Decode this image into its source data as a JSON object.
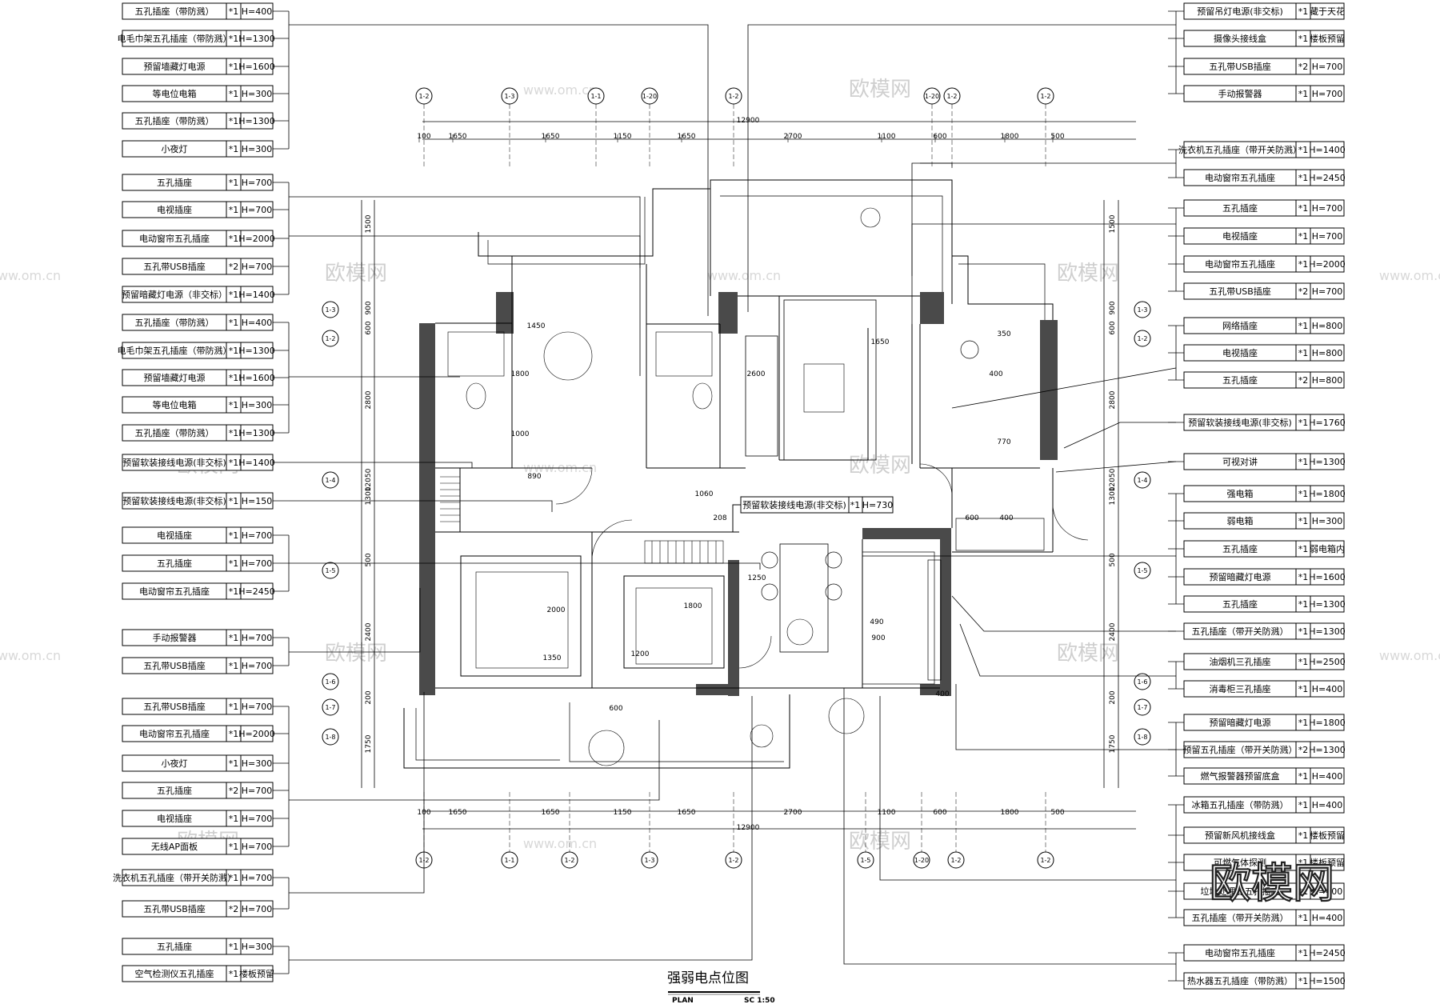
{
  "title": "强弱电点位图",
  "plan_label": "PLAN",
  "scale_label": "SC 1:50",
  "brand_watermark": "欧模网",
  "site_watermark": "www.om.cn",
  "dimensions": {
    "top_total": "12900",
    "bottom_total": "12900",
    "segments": [
      "100",
      "1650",
      "1650",
      "1150",
      "1650",
      "2700",
      "1100",
      "600",
      "1800",
      "500"
    ],
    "left_vertical": [
      "1500",
      "900",
      "600",
      "2800",
      "12050",
      "1300",
      "500",
      "2400",
      "200",
      "1750"
    ],
    "right_vertical": [
      "1500",
      "900",
      "600",
      "2800",
      "12050",
      "1300",
      "500",
      "2400",
      "200",
      "1750"
    ]
  },
  "grid_top": [
    "1-2",
    "1-3",
    "1-1",
    "1-20",
    "1-2",
    "1-20",
    "1-2",
    "1-2"
  ],
  "grid_bottom": [
    "1-2",
    "1-1",
    "1-2",
    "1-3",
    "1-2",
    "1-5",
    "1-20",
    "1-2",
    "1-2"
  ],
  "grid_left": [
    "1-3",
    "1-2",
    "1-4",
    "1-5",
    "1-6",
    "1-7",
    "1-8"
  ],
  "grid_right": [
    "1-3",
    "1-2",
    "1-4",
    "1-5",
    "1-6",
    "1-7",
    "1-8"
  ],
  "room_dims": [
    "1450",
    "1800",
    "1000",
    "890",
    "2600",
    "1650",
    "770",
    "350",
    "400",
    "1060",
    "208",
    "1250",
    "1800",
    "2000",
    "1350",
    "1200",
    "490",
    "900",
    "400",
    "600",
    "400",
    "600"
  ],
  "callout_center": {
    "name": "预留软装接线电源(非交标)",
    "qty": "*1",
    "h": "H=730"
  },
  "left_callouts": [
    {
      "name": "五孔插座（带防溅）",
      "qty": "*1",
      "h": "H=400"
    },
    {
      "name": "电毛巾架五孔插座（带防溅）",
      "qty": "*1",
      "h": "H=1300"
    },
    {
      "name": "预留墙藏灯电源",
      "qty": "*1",
      "h": "H=1600"
    },
    {
      "name": "等电位电箱",
      "qty": "*1",
      "h": "H=300"
    },
    {
      "name": "五孔插座（带防溅）",
      "qty": "*1",
      "h": "H=1300"
    },
    {
      "name": "小夜灯",
      "qty": "*1",
      "h": "H=300"
    },
    {
      "name": "五孔插座",
      "qty": "*1",
      "h": "H=700"
    },
    {
      "name": "电视插座",
      "qty": "*1",
      "h": "H=700"
    },
    {
      "name": "电动窗帘五孔插座",
      "qty": "*1",
      "h": "H=2000"
    },
    {
      "name": "五孔带USB插座",
      "qty": "*2",
      "h": "H=700"
    },
    {
      "name": "预留暗藏灯电源（非交标）",
      "qty": "*1",
      "h": "H=1400"
    },
    {
      "name": "五孔插座（带防溅）",
      "qty": "*1",
      "h": "H=400"
    },
    {
      "name": "电毛巾架五孔插座（带防溅）",
      "qty": "*1",
      "h": "H=1300"
    },
    {
      "name": "预留墙藏灯电源",
      "qty": "*1",
      "h": "H=1600"
    },
    {
      "name": "等电位电箱",
      "qty": "*1",
      "h": "H=300"
    },
    {
      "name": "五孔插座（带防溅）",
      "qty": "*1",
      "h": "H=1300"
    },
    {
      "name": "预留软装接线电源(非交标)",
      "qty": "*1",
      "h": "H=1400"
    },
    {
      "name": "预留软装接线电源(非交标)",
      "qty": "*1",
      "h": "H=150"
    },
    {
      "name": "电视插座",
      "qty": "*1",
      "h": "H=700"
    },
    {
      "name": "五孔插座",
      "qty": "*1",
      "h": "H=700"
    },
    {
      "name": "电动窗帘五孔插座",
      "qty": "*1",
      "h": "H=2450"
    },
    {
      "name": "手动报警器",
      "qty": "*1",
      "h": "H=700"
    },
    {
      "name": "五孔带USB插座",
      "qty": "*1",
      "h": "H=700"
    },
    {
      "name": "五孔带USB插座",
      "qty": "*1",
      "h": "H=700"
    },
    {
      "name": "电动窗帘五孔插座",
      "qty": "*1",
      "h": "H=2000"
    },
    {
      "name": "小夜灯",
      "qty": "*1",
      "h": "H=300"
    },
    {
      "name": "五孔插座",
      "qty": "*2",
      "h": "H=700"
    },
    {
      "name": "电视插座",
      "qty": "*1",
      "h": "H=700"
    },
    {
      "name": "无线AP面板",
      "qty": "*1",
      "h": "H=700"
    },
    {
      "name": "洗衣机五孔插座（带开关防溅）",
      "qty": "*1",
      "h": "H=700"
    },
    {
      "name": "五孔带USB插座",
      "qty": "*2",
      "h": "H=700"
    },
    {
      "name": "五孔插座",
      "qty": "*1",
      "h": "H=300"
    },
    {
      "name": "空气检测仪五孔插座",
      "qty": "*1",
      "h": "楼板预留"
    }
  ],
  "right_callouts": [
    {
      "name": "预留吊灯电源(非交标)",
      "qty": "*1",
      "h": "藏于天花"
    },
    {
      "name": "摄像头接线盒",
      "qty": "*1",
      "h": "楼板预留"
    },
    {
      "name": "五孔带USB插座",
      "qty": "*2",
      "h": "H=700"
    },
    {
      "name": "手动报警器",
      "qty": "*1",
      "h": "H=700"
    },
    {
      "name": "洗衣机五孔插座（带开关防溅）",
      "qty": "*1",
      "h": "H=1400"
    },
    {
      "name": "电动窗帘五孔插座",
      "qty": "*1",
      "h": "H=2450"
    },
    {
      "name": "五孔插座",
      "qty": "*1",
      "h": "H=700"
    },
    {
      "name": "电视插座",
      "qty": "*1",
      "h": "H=700"
    },
    {
      "name": "电动窗帘五孔插座",
      "qty": "*1",
      "h": "H=2000"
    },
    {
      "name": "五孔带USB插座",
      "qty": "*2",
      "h": "H=700"
    },
    {
      "name": "网络插座",
      "qty": "*1",
      "h": "H=800"
    },
    {
      "name": "电视插座",
      "qty": "*1",
      "h": "H=800"
    },
    {
      "name": "五孔插座",
      "qty": "*2",
      "h": "H=800"
    },
    {
      "name": "预留软装接线电源(非交标)",
      "qty": "*1",
      "h": "H=1760"
    },
    {
      "name": "可视对讲",
      "qty": "*1",
      "h": "H=1300"
    },
    {
      "name": "强电箱",
      "qty": "*1",
      "h": "H=1800"
    },
    {
      "name": "弱电箱",
      "qty": "*1",
      "h": "H=300"
    },
    {
      "name": "五孔插座",
      "qty": "*1",
      "h": "弱电箱内"
    },
    {
      "name": "预留暗藏灯电源",
      "qty": "*1",
      "h": "H=1600"
    },
    {
      "name": "五孔插座",
      "qty": "*1",
      "h": "H=1300"
    },
    {
      "name": "五孔插座（带开关防溅）",
      "qty": "*1",
      "h": "H=1300"
    },
    {
      "name": "油烟机三孔插座",
      "qty": "*1",
      "h": "H=2500"
    },
    {
      "name": "消毒柜三孔插座",
      "qty": "*1",
      "h": "H=400"
    },
    {
      "name": "预留暗藏灯电源",
      "qty": "*1",
      "h": "H=1800"
    },
    {
      "name": "预留五孔插座（带开关防溅）",
      "qty": "*2",
      "h": "H=1300"
    },
    {
      "name": "燃气报警器预留底盒",
      "qty": "*1",
      "h": "H=400"
    },
    {
      "name": "冰箱五孔插座（带防溅）",
      "qty": "*1",
      "h": "H=400"
    },
    {
      "name": "预留新风机接线盒",
      "qty": "*1",
      "h": "楼板预留"
    },
    {
      "name": "可燃气体探测",
      "qty": "*1",
      "h": "楼板预留"
    },
    {
      "name": "垃圾处理器五孔插座",
      "qty": "*1",
      "h": "H=400"
    },
    {
      "name": "五孔插座（带开关防溅）",
      "qty": "*1",
      "h": "H=400"
    },
    {
      "name": "电动窗帘五孔插座",
      "qty": "*1",
      "h": "H=2450"
    },
    {
      "name": "热水器五孔插座（带防溅）",
      "qty": "*1",
      "h": "H=1500"
    }
  ]
}
